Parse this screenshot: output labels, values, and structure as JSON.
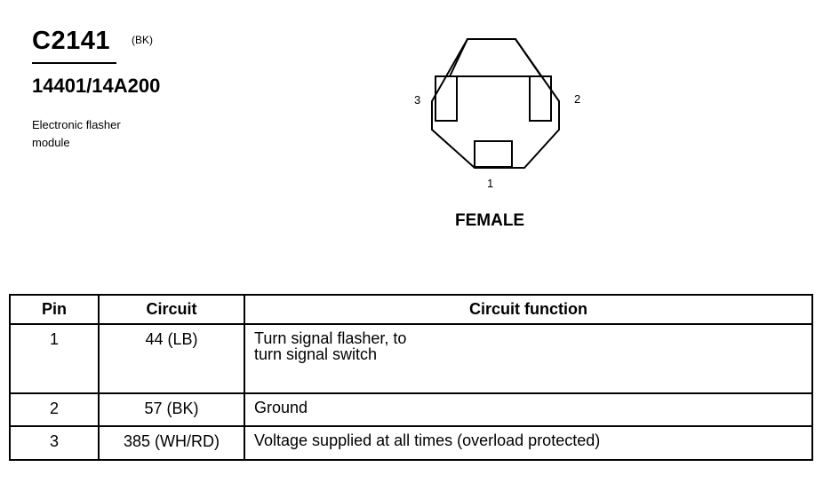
{
  "connector": {
    "id": "C2141",
    "color": "(BK)",
    "part_number": "14401/14A200",
    "description": [
      "Electronic flasher",
      "module"
    ]
  },
  "diagram": {
    "pin_labels": {
      "pin1": "1",
      "pin2": "2",
      "pin3": "3"
    },
    "gender": "FEMALE"
  },
  "table": {
    "headers": [
      "Pin",
      "Circuit",
      "Circuit function"
    ],
    "rows": [
      {
        "pin": "1",
        "circuit": "44 (LB)",
        "function": [
          "Turn signal flasher, to",
          "turn signal switch"
        ]
      },
      {
        "pin": "2",
        "circuit": "57 (BK)",
        "function": [
          "Ground"
        ]
      },
      {
        "pin": "3",
        "circuit": "385 (WH/RD)",
        "function": [
          "Voltage supplied at all times (overload protected)"
        ]
      }
    ]
  }
}
